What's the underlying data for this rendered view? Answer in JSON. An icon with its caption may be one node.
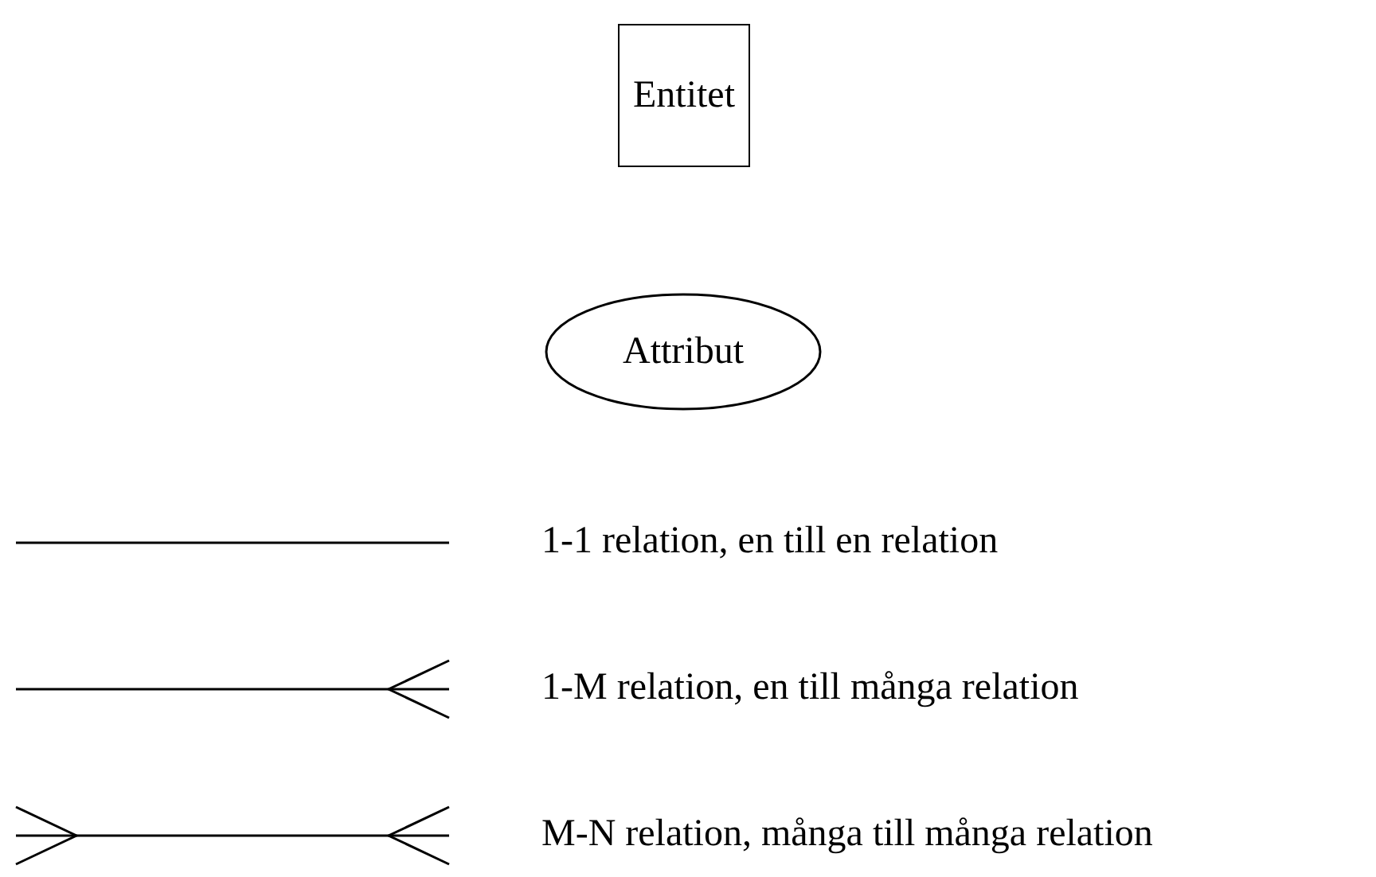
{
  "diagram": {
    "nodes": [
      {
        "text": [
          "Entitet"
        ]
      },
      {
        "text": [
          "Attribut"
        ]
      }
    ],
    "legend": [
      {
        "text": "1-1 relation, en till en relation"
      },
      {
        "text": "1-M relation, en till många relation"
      },
      {
        "text": "M-N relation, många till många relation"
      }
    ]
  }
}
